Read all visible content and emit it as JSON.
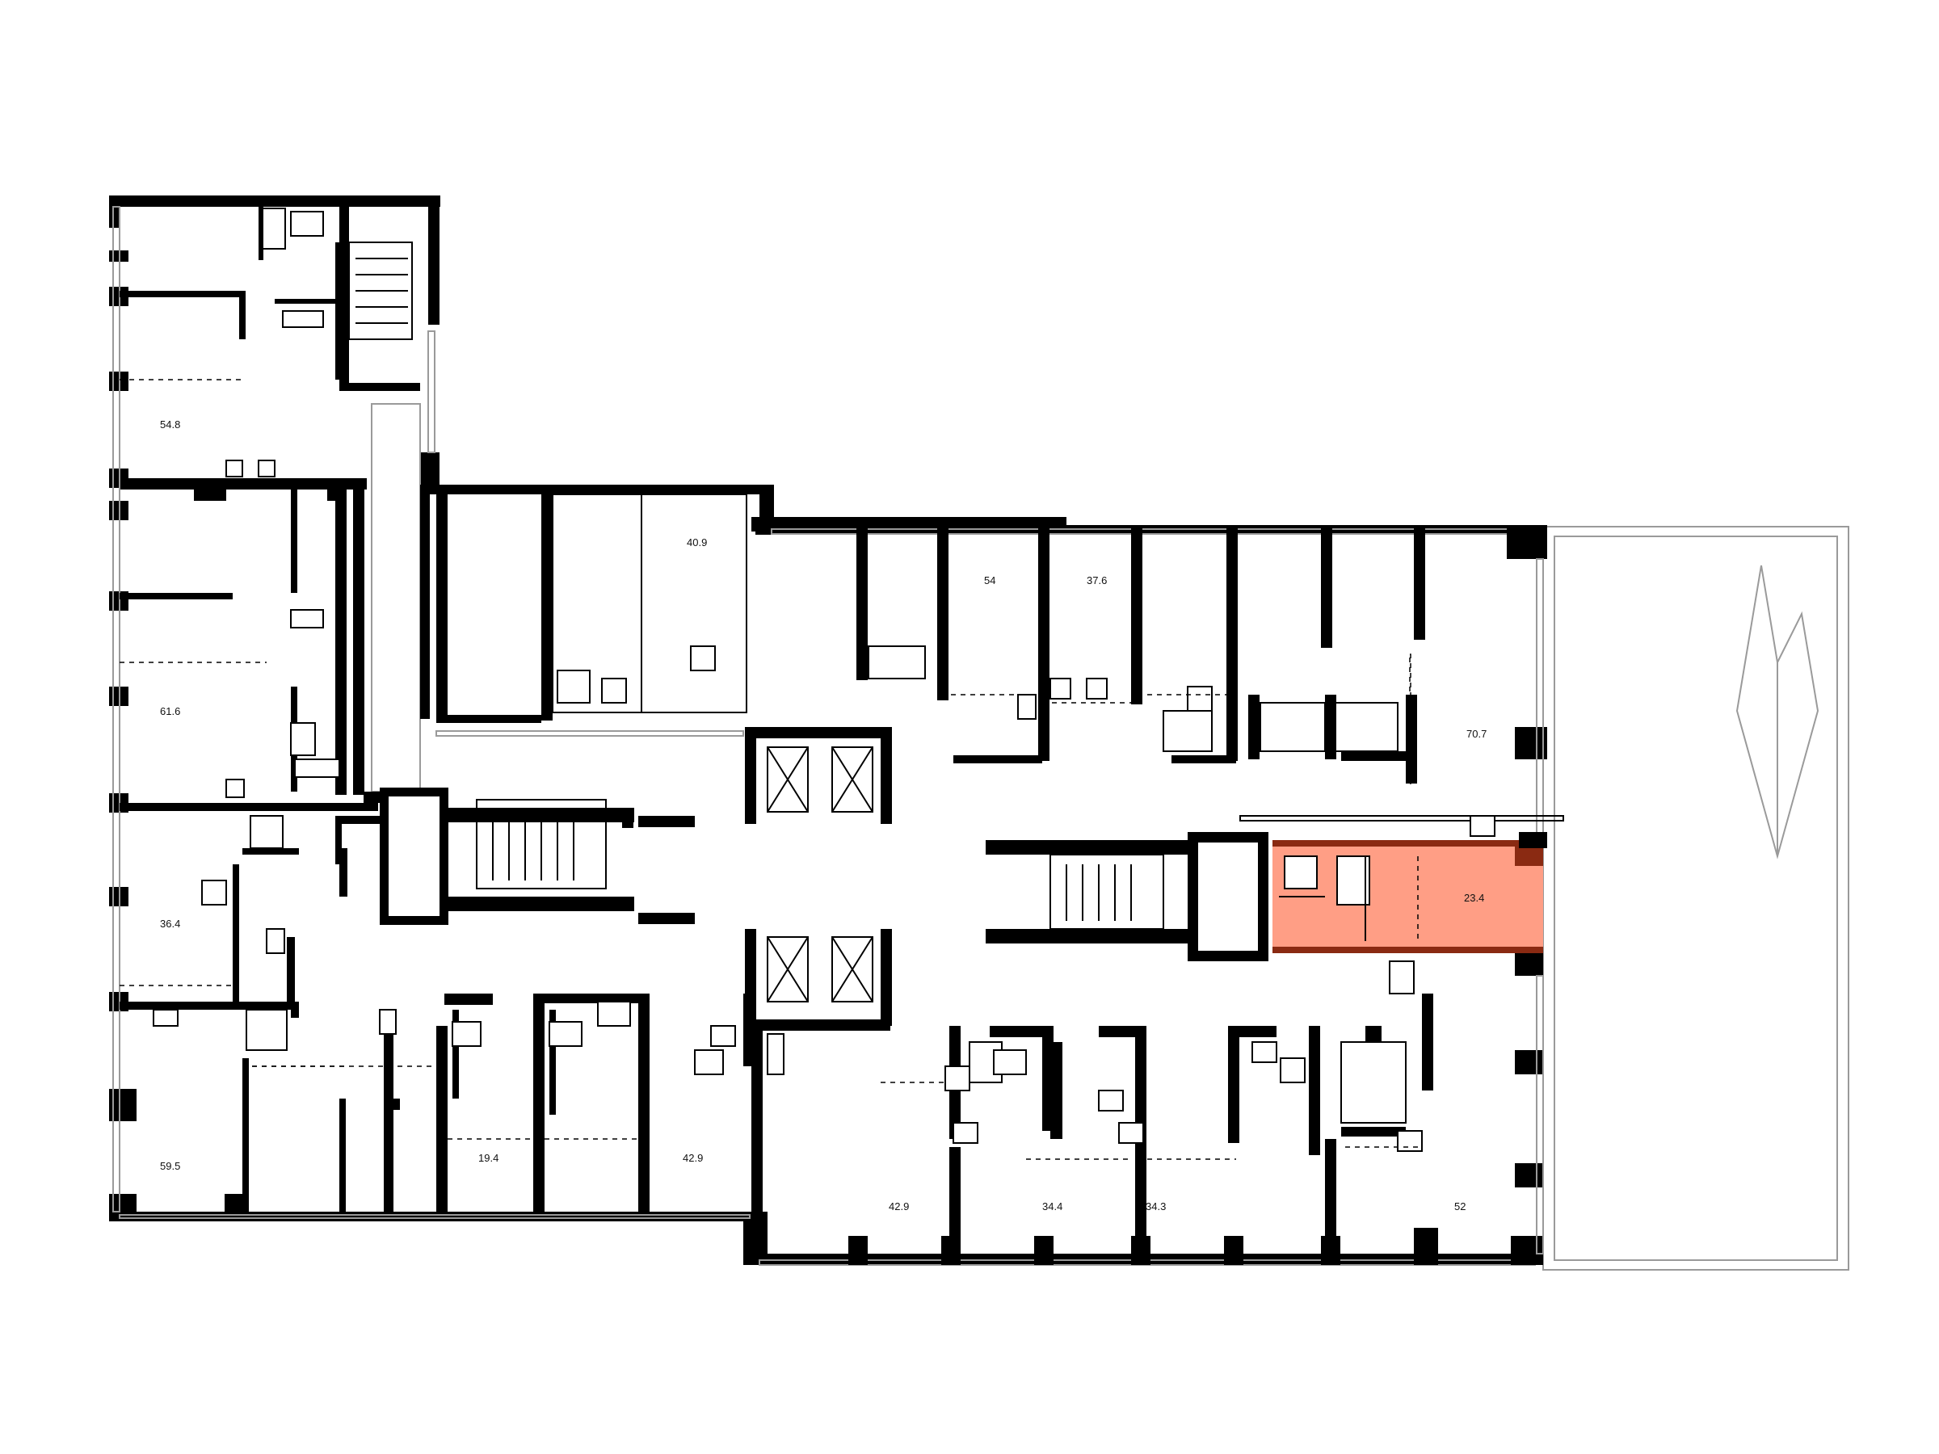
{
  "plan": {
    "highlight_color": "#ff9e85",
    "highlight_wall_color": "#8a2a12",
    "wall_color": "#000000",
    "selected_unit": {
      "area": "23.4"
    },
    "units": [
      {
        "id": "unit-54-8",
        "area": "54.8"
      },
      {
        "id": "unit-61-6",
        "area": "61.6"
      },
      {
        "id": "unit-36-4",
        "area": "36.4"
      },
      {
        "id": "unit-59-5",
        "area": "59.5"
      },
      {
        "id": "unit-40-9",
        "area": "40.9"
      },
      {
        "id": "unit-19-4",
        "area": "19.4"
      },
      {
        "id": "unit-42-9-left",
        "area": "42.9"
      },
      {
        "id": "unit-54",
        "area": "54"
      },
      {
        "id": "unit-37-6",
        "area": "37.6"
      },
      {
        "id": "unit-70-7",
        "area": "70.7"
      },
      {
        "id": "unit-42-9-right",
        "area": "42.9"
      },
      {
        "id": "unit-34-4",
        "area": "34.4"
      },
      {
        "id": "unit-34-3",
        "area": "34.3"
      },
      {
        "id": "unit-52",
        "area": "52"
      }
    ]
  }
}
